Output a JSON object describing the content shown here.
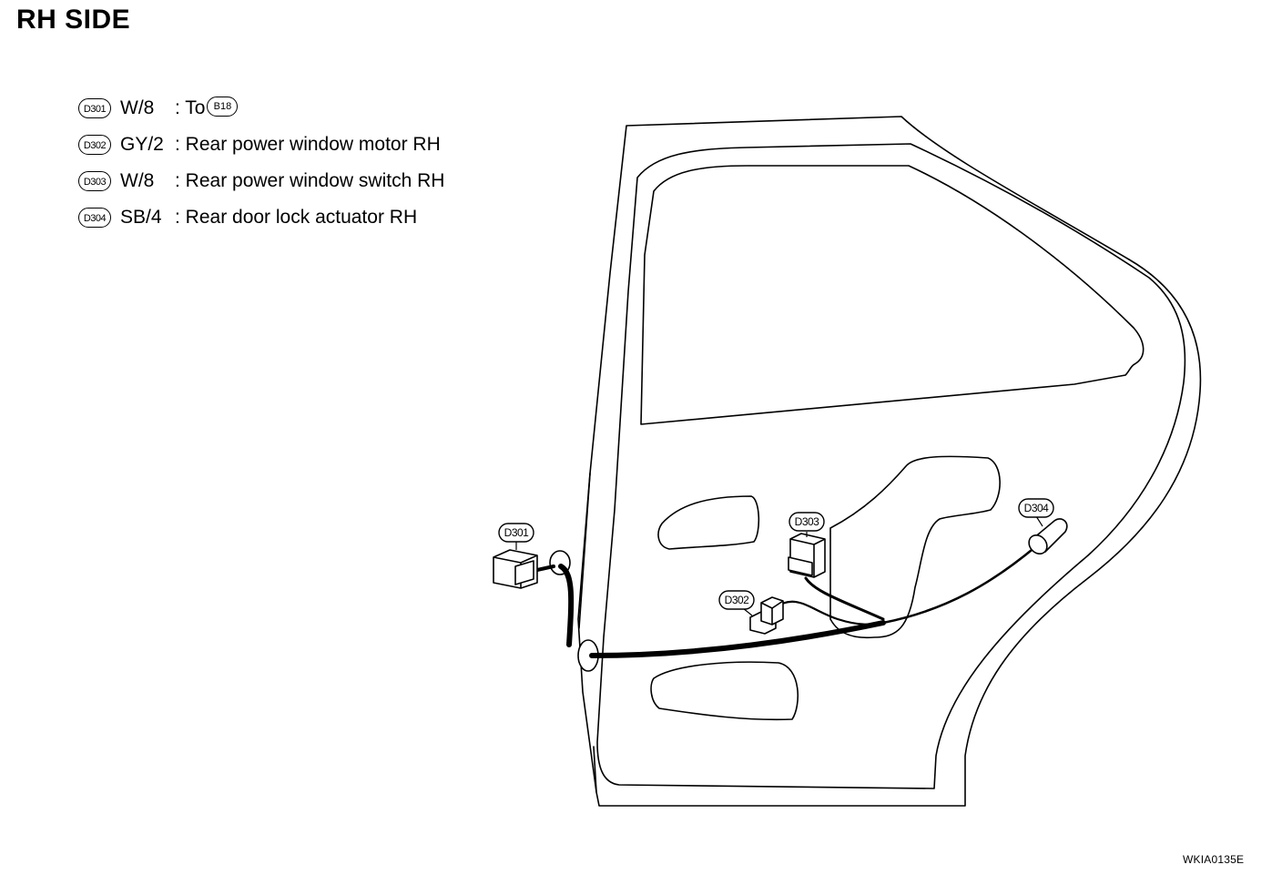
{
  "title": "RH SIDE",
  "legend": [
    {
      "code": "D301",
      "spec": "W/8",
      "desc": ": To",
      "ref": "B18"
    },
    {
      "code": "D302",
      "spec": "GY/2",
      "desc": ": Rear power window motor RH"
    },
    {
      "code": "D303",
      "spec": "W/8",
      "desc": ": Rear power window switch RH"
    },
    {
      "code": "D304",
      "spec": "SB/4",
      "desc": ": Rear door lock actuator RH"
    }
  ],
  "callouts": {
    "d301": "D301",
    "d302": "D302",
    "d303": "D303",
    "d304": "D304"
  },
  "figure_id": "WKIA0135E"
}
